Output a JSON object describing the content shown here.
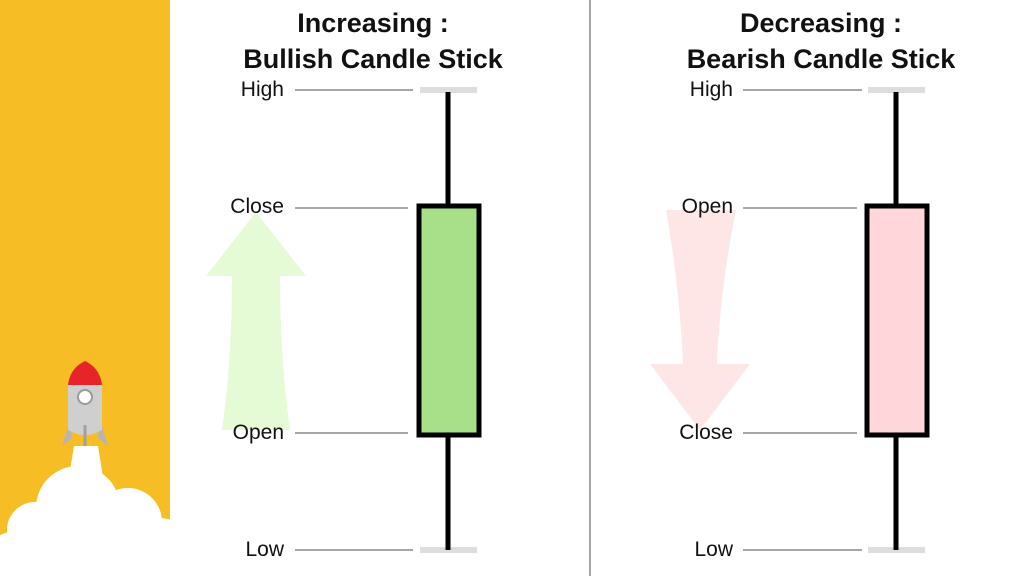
{
  "colors": {
    "sidebar": "#f6bd24",
    "bullish_body": "#a8df89",
    "bearish_body": "#ffd7da",
    "up_arrow": "#e4fbd6",
    "down_arrow": "#ffe6e6",
    "divider": "#8a8a8a",
    "guide_line": "#8a8a8a",
    "cap": "#dddddd",
    "rocket_nose": "#e8242b",
    "rocket_body": "#cccccc"
  },
  "bullish": {
    "title_line1": "Increasing :",
    "title_line2": "Bullish Candle Stick",
    "labels": {
      "high": "High",
      "close": "Close",
      "open": "Open",
      "low": "Low"
    }
  },
  "bearish": {
    "title_line1": "Decreasing :",
    "title_line2": "Bearish Candle Stick",
    "labels": {
      "high": "High",
      "open": "Open",
      "close": "Close",
      "low": "Low"
    }
  },
  "icons": {
    "rocket": "rocket-icon",
    "cloud": "cloud-icon",
    "up_arrow": "arrow-up-icon",
    "down_arrow": "arrow-down-icon"
  }
}
